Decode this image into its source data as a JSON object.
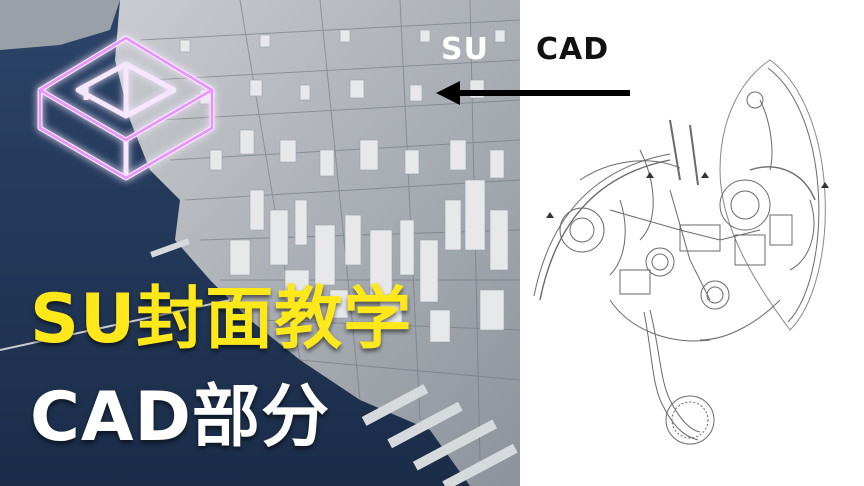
{
  "labels": {
    "su": "SU",
    "cad": "CAD"
  },
  "title": {
    "line1": "SU封面教学",
    "line2": "CAD部分"
  },
  "icons": {
    "logo": "sketchup-box-logo-icon",
    "arrow": "arrow-left-icon"
  },
  "colors": {
    "title_line1": "#ffe81a",
    "title_line2": "#ffffff",
    "logo_glow": "#e070ff",
    "water": "#1f3556",
    "plan_background": "#ffffff"
  }
}
